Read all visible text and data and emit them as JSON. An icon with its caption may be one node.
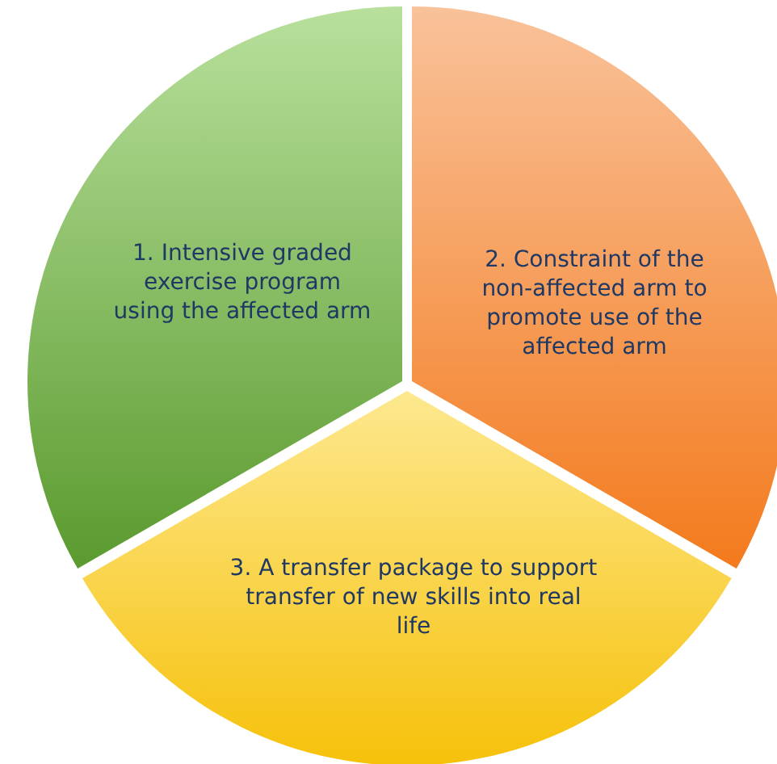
{
  "diagram": {
    "nodes": [
      {
        "text": [
          "1. Intensive graded exercise program using the affected arm"
        ]
      },
      {
        "text": [
          "2. Constraint of the non-affected arm to promote use of the affected arm"
        ]
      },
      {
        "text": [
          "3. A transfer package to support transfer of new skills into real life"
        ]
      }
    ]
  }
}
